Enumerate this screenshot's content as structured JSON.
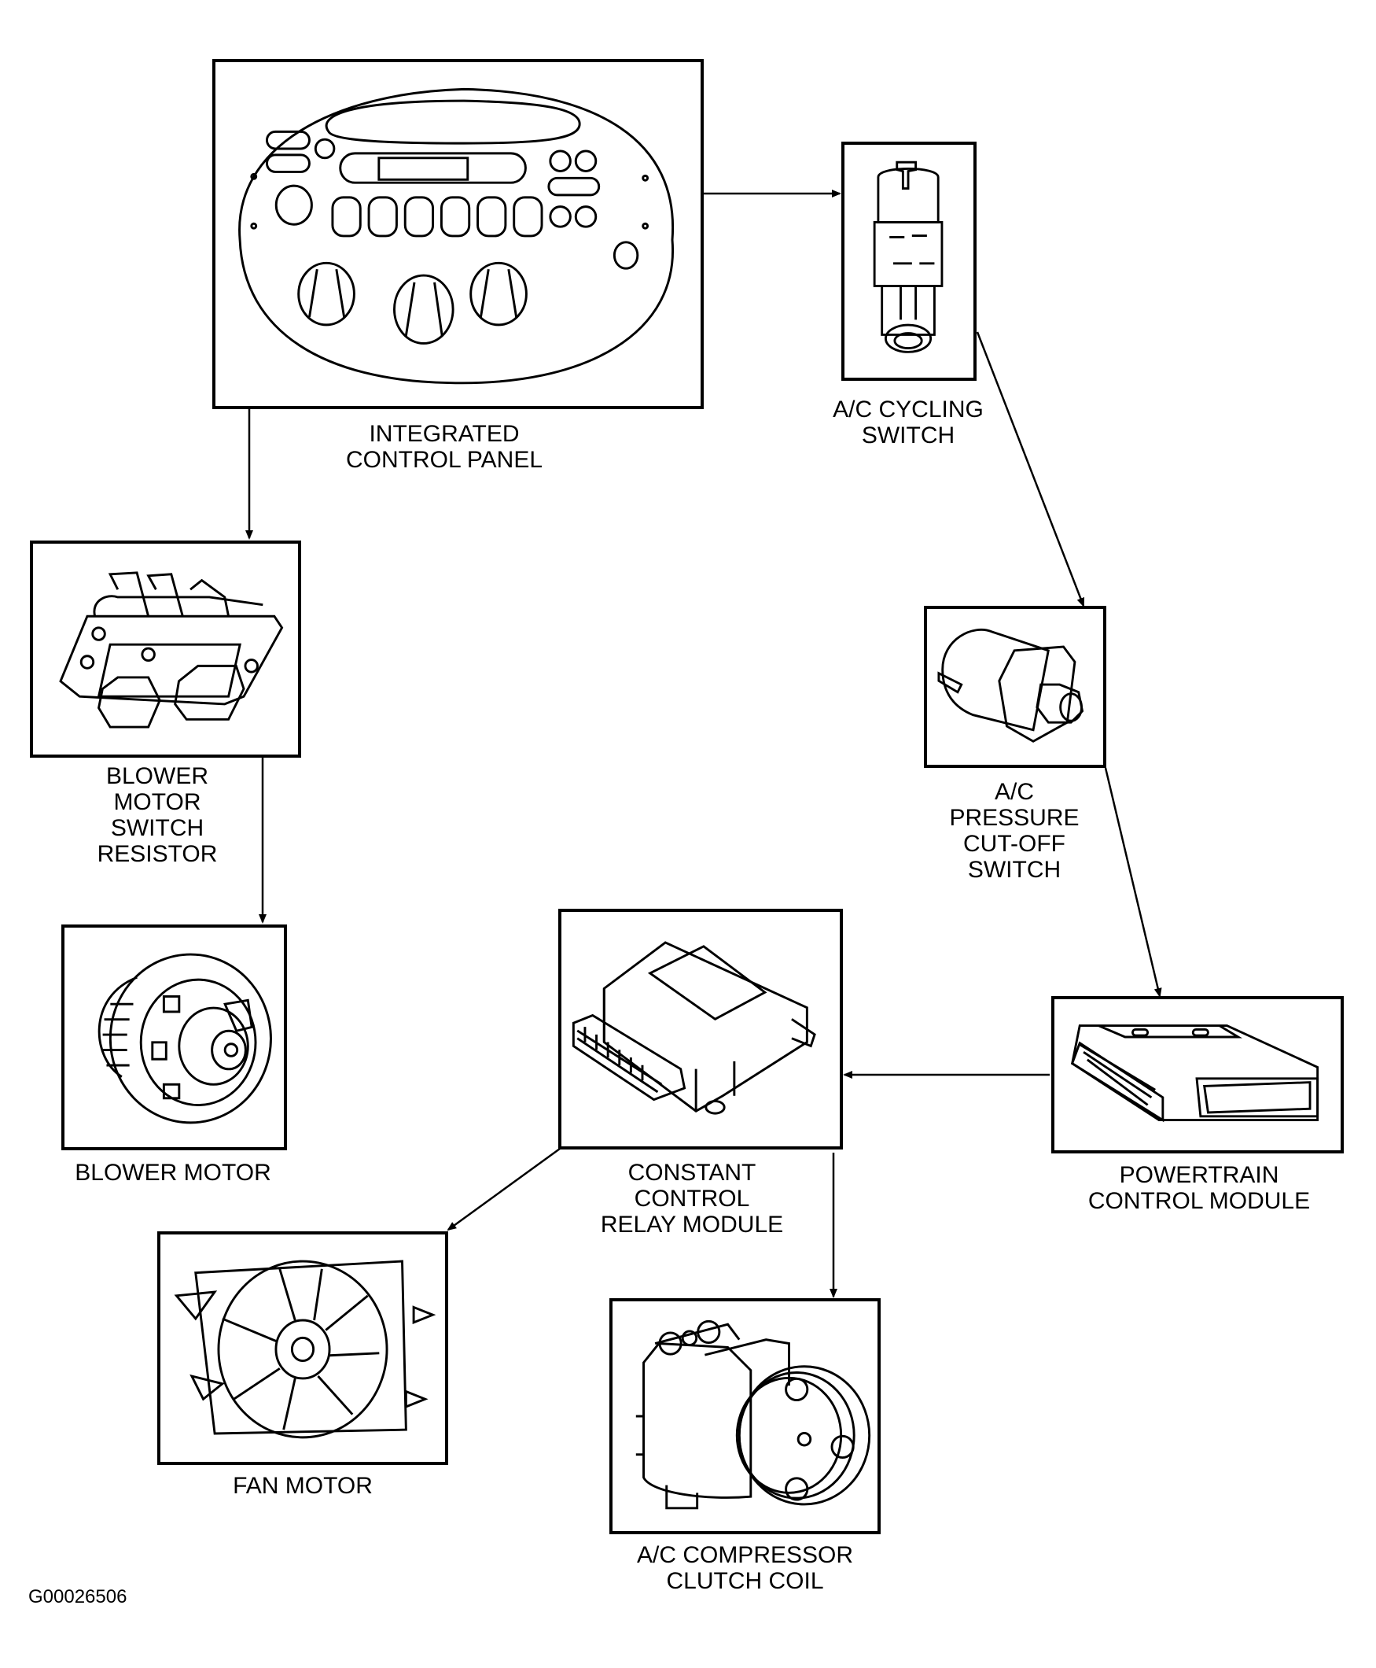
{
  "diagram": {
    "figure_id": "G00026506",
    "components": {
      "icp": {
        "label": "INTEGRATED\nCONTROL PANEL",
        "icon": "control-panel-icon"
      },
      "cycling": {
        "label": "A/C CYCLING\nSWITCH",
        "icon": "cycling-switch-icon"
      },
      "blower_resistor": {
        "label": "BLOWER\nMOTOR\nSWITCH\nRESISTOR",
        "icon": "resistor-icon"
      },
      "pressure": {
        "label": "A/C\nPRESSURE\nCUT-OFF\nSWITCH",
        "icon": "pressure-switch-icon"
      },
      "blower_motor": {
        "label": "BLOWER MOTOR",
        "icon": "blower-motor-icon"
      },
      "ccrm": {
        "label": "CONSTANT\nCONTROL\nRELAY MODULE",
        "icon": "relay-module-icon"
      },
      "pcm": {
        "label": "POWERTRAIN\nCONTROL MODULE",
        "icon": "pcm-icon"
      },
      "fan": {
        "label": "FAN MOTOR",
        "icon": "fan-icon"
      },
      "compressor": {
        "label": "A/C COMPRESSOR\nCLUTCH COIL",
        "icon": "compressor-icon"
      }
    },
    "connections": [
      {
        "from": "INTEGRATED CONTROL PANEL",
        "to": "A/C CYCLING SWITCH"
      },
      {
        "from": "INTEGRATED CONTROL PANEL",
        "to": "BLOWER MOTOR SWITCH RESISTOR"
      },
      {
        "from": "BLOWER MOTOR SWITCH RESISTOR",
        "to": "BLOWER MOTOR"
      },
      {
        "from": "A/C CYCLING SWITCH",
        "to": "A/C PRESSURE CUT-OFF SWITCH"
      },
      {
        "from": "A/C PRESSURE CUT-OFF SWITCH",
        "to": "POWERTRAIN CONTROL MODULE"
      },
      {
        "from": "POWERTRAIN CONTROL MODULE",
        "to": "CONSTANT CONTROL RELAY MODULE"
      },
      {
        "from": "CONSTANT CONTROL RELAY MODULE",
        "to": "FAN MOTOR"
      },
      {
        "from": "CONSTANT CONTROL RELAY MODULE",
        "to": "A/C COMPRESSOR CLUTCH COIL"
      }
    ]
  }
}
